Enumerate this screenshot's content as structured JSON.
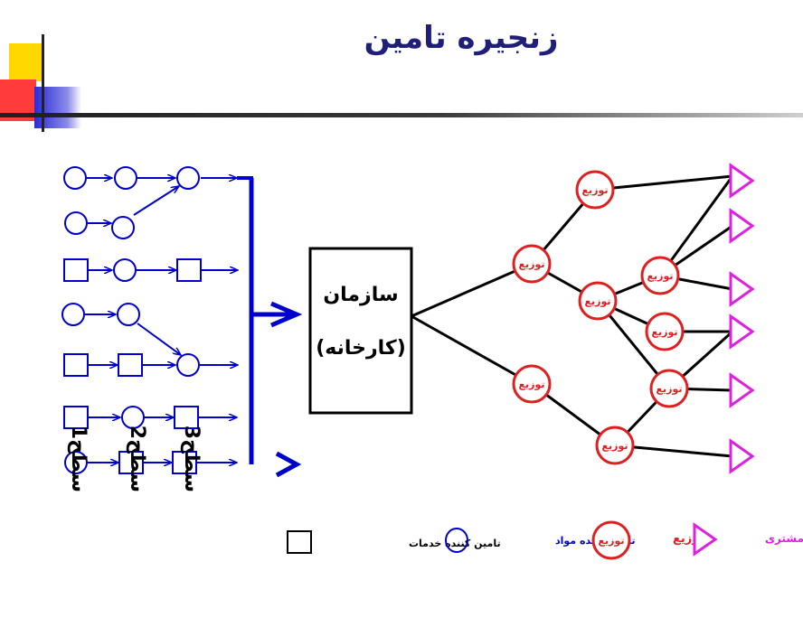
{
  "title": "زنجیره تامین",
  "organization": {
    "line1": "سازمان",
    "line2": "(کارخانه)"
  },
  "node_label": "توزیع",
  "tiers": [
    "سطح1",
    "سطح2",
    "سطح3"
  ],
  "legend": {
    "services": "تامین کننده خدمات",
    "materials": "تامین کننده مواد",
    "distribution": "توزیع",
    "customer": "مشتری"
  },
  "colors": {
    "title": "#1f1f7a",
    "supplier": "#0000cc",
    "distribution": "#e02020",
    "customer": "#e020e0",
    "deco_yellow": "#ffd800",
    "deco_red": "#ff3b3b",
    "deco_blue": "#2b2bd6"
  }
}
